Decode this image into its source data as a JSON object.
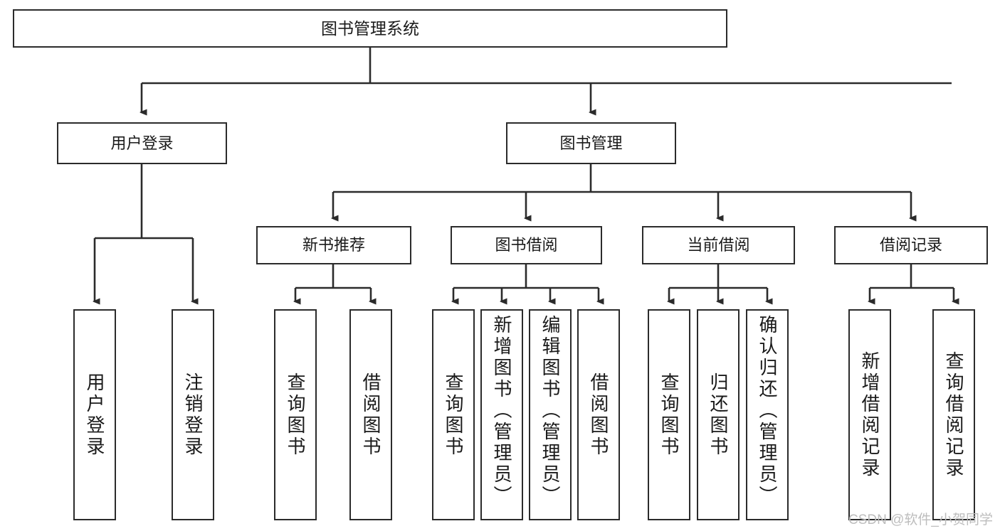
{
  "diagram": {
    "title": "图书管理系统",
    "type": "hierarchy-tree",
    "watermark": "CSDN @软件_小贺同学",
    "colors": {
      "stroke": "#2b2b2b",
      "fill": "#ffffff",
      "text": "#1a1a1a",
      "watermark": "#bdbdbd"
    },
    "nodes": {
      "root": {
        "label": "图书管理系统",
        "level": 0
      },
      "user_login": {
        "label": "用户登录",
        "level": 1
      },
      "book_manage": {
        "label": "图书管理",
        "level": 1
      },
      "new_book_rec": {
        "label": "新书推荐",
        "level": 2
      },
      "book_borrow": {
        "label": "图书借阅",
        "level": 2
      },
      "current_borrow": {
        "label": "当前借阅",
        "level": 2
      },
      "borrow_record": {
        "label": "借阅记录",
        "level": 2
      },
      "leaf_user_login": {
        "label": "用户登录",
        "level": 3
      },
      "leaf_logout": {
        "label": "注销登录",
        "level": 3
      },
      "leaf_query_book_1": {
        "label": "查询图书",
        "level": 3
      },
      "leaf_borrow_book_1": {
        "label": "借阅图书",
        "level": 3
      },
      "leaf_query_book_2": {
        "label": "查询图书",
        "level": 3
      },
      "leaf_add_book": {
        "label": "新增图书（管理员）",
        "level": 3
      },
      "leaf_edit_book": {
        "label": "编辑图书（管理员）",
        "level": 3
      },
      "leaf_borrow_book_2": {
        "label": "借阅图书",
        "level": 3
      },
      "leaf_query_book_3": {
        "label": "查询图书",
        "level": 3
      },
      "leaf_return_book": {
        "label": "归还图书",
        "level": 3
      },
      "leaf_confirm_return": {
        "label": "确认归还（管理员）",
        "level": 3
      },
      "leaf_add_record": {
        "label": "新增借阅记录",
        "level": 3
      },
      "leaf_query_record": {
        "label": "查询借阅记录",
        "level": 3
      }
    },
    "edges": [
      {
        "from": "root",
        "to": "user_login"
      },
      {
        "from": "root",
        "to": "book_manage"
      },
      {
        "from": "user_login",
        "to": "leaf_user_login"
      },
      {
        "from": "user_login",
        "to": "leaf_logout"
      },
      {
        "from": "book_manage",
        "to": "new_book_rec"
      },
      {
        "from": "book_manage",
        "to": "book_borrow"
      },
      {
        "from": "book_manage",
        "to": "current_borrow"
      },
      {
        "from": "book_manage",
        "to": "borrow_record"
      },
      {
        "from": "new_book_rec",
        "to": "leaf_query_book_1"
      },
      {
        "from": "new_book_rec",
        "to": "leaf_borrow_book_1"
      },
      {
        "from": "book_borrow",
        "to": "leaf_query_book_2"
      },
      {
        "from": "book_borrow",
        "to": "leaf_add_book"
      },
      {
        "from": "book_borrow",
        "to": "leaf_edit_book"
      },
      {
        "from": "book_borrow",
        "to": "leaf_borrow_book_2"
      },
      {
        "from": "current_borrow",
        "to": "leaf_query_book_3"
      },
      {
        "from": "current_borrow",
        "to": "leaf_return_book"
      },
      {
        "from": "current_borrow",
        "to": "leaf_confirm_return"
      },
      {
        "from": "borrow_record",
        "to": "leaf_add_record"
      },
      {
        "from": "borrow_record",
        "to": "leaf_query_record"
      }
    ]
  }
}
